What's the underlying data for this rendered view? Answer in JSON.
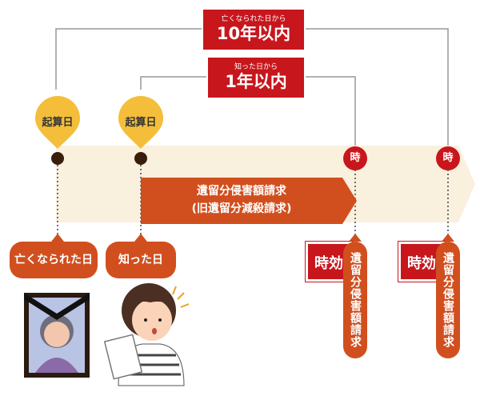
{
  "top_box": {
    "small": "亡くなられた日から",
    "big": "10年以内"
  },
  "mid_box": {
    "small": "知った日から",
    "big": "1年以内"
  },
  "start_labels": [
    "起算日",
    "起算日"
  ],
  "claim_arrow": {
    "line1": "遺留分侵害額請求",
    "line2": "(旧遺留分減殺請求)"
  },
  "expiry_marker": "時",
  "expiry_box": "時効",
  "expiry_vertical": "遺留分侵害額請求",
  "bottom_labels": {
    "death": "亡くなられた日",
    "knew": "知った日"
  },
  "colors": {
    "accent_orange": "#d14f1e",
    "red": "#c8161d",
    "band": "#faf0de",
    "dark_dot": "#3a1e0c"
  }
}
